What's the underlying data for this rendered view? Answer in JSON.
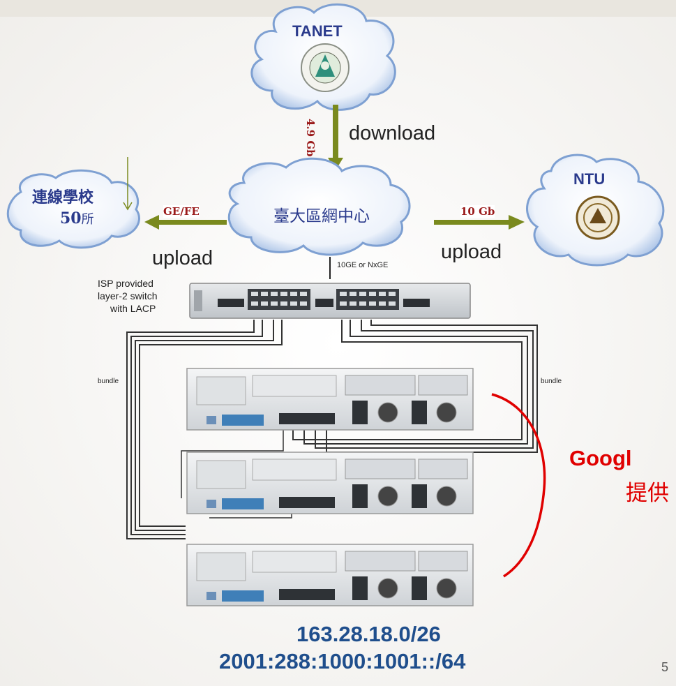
{
  "clouds": {
    "tanet": {
      "label": "TANET"
    },
    "center": {
      "label": "臺大區網中心"
    },
    "schools": {
      "label_line1": "連線學校",
      "label_num": "50",
      "label_unit": "所"
    },
    "ntu": {
      "label": "NTU"
    }
  },
  "links": {
    "tanet_bw": "4.9 Gb",
    "download": "download",
    "schools_link": "GE/FE",
    "ntu_link": "10 Gb",
    "upload_left": "upload",
    "upload_right": "upload",
    "switch_uplink": "10GE or NxGE"
  },
  "switch": {
    "line1": "ISP provided",
    "line2": "layer-2 switch",
    "line3": "with LACP"
  },
  "bundle_left": "bundle",
  "bundle_right": "bundle",
  "google": {
    "title": "Googl",
    "subtitle": "提供"
  },
  "ip": {
    "v4": "163.28.18.0/26",
    "v6": "2001:288:1000:1001::/64"
  },
  "page_number": "5",
  "colors": {
    "arrow_green": "#7a8a1e",
    "cloud_blue": "#2a3a8c",
    "bw_red": "#9a1a1a",
    "ip_blue": "#1f4e8c",
    "google_red": "#e00000",
    "bracket_red": "#e00000"
  }
}
